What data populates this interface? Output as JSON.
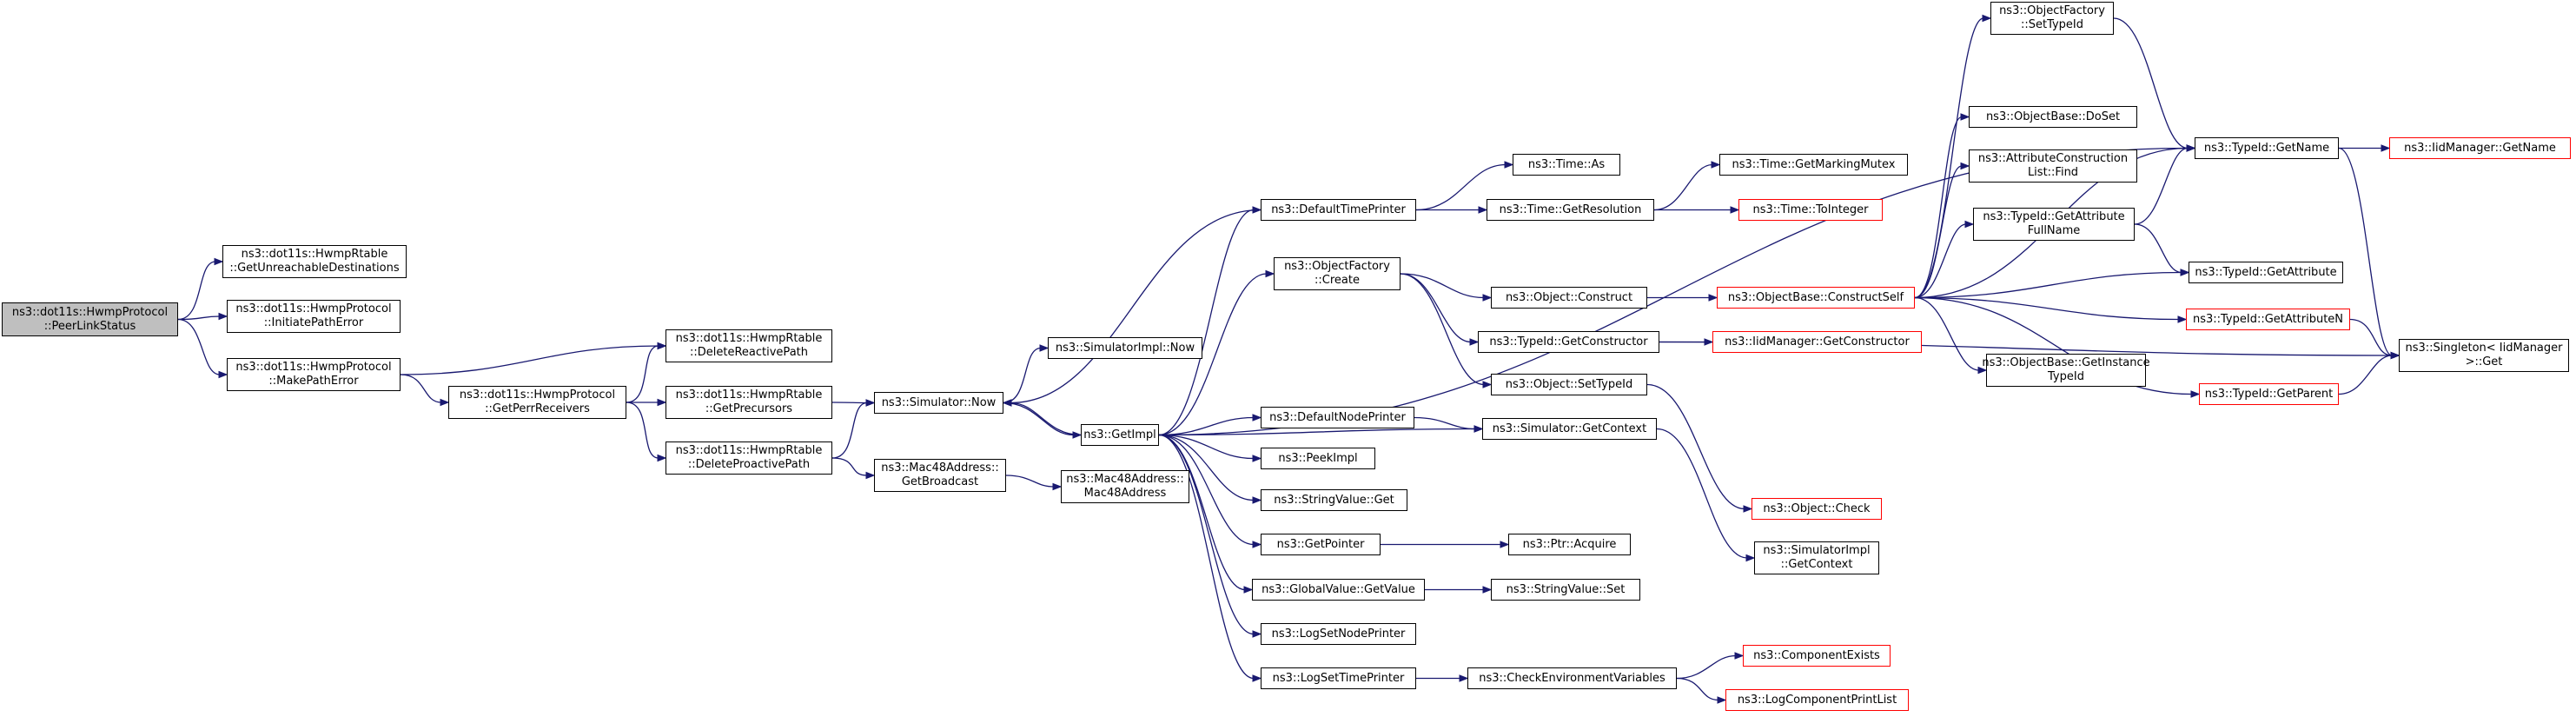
{
  "graph": {
    "title": "",
    "edge_color": "#191970",
    "node_border_color": "#000000",
    "external_node_border_color": "#ff0000",
    "root_fill_color": "#bfbfbf",
    "nodes": [
      {
        "id": "root",
        "lines": [
          "ns3::dot11s::HwmpProtocol",
          "::PeerLinkStatus"
        ],
        "kind": "root"
      },
      {
        "id": "getUnreach",
        "lines": [
          "ns3::dot11s::HwmpRtable",
          "::GetUnreachableDestinations"
        ],
        "kind": "normal"
      },
      {
        "id": "initPathErr",
        "lines": [
          "ns3::dot11s::HwmpProtocol",
          "::InitiatePathError"
        ],
        "kind": "normal"
      },
      {
        "id": "makePathErr",
        "lines": [
          "ns3::dot11s::HwmpProtocol",
          "::MakePathError"
        ],
        "kind": "normal"
      },
      {
        "id": "getPerrRecv",
        "lines": [
          "ns3::dot11s::HwmpProtocol",
          "::GetPerrReceivers"
        ],
        "kind": "normal"
      },
      {
        "id": "delReactive",
        "lines": [
          "ns3::dot11s::HwmpRtable",
          "::DeleteReactivePath"
        ],
        "kind": "normal"
      },
      {
        "id": "getPrecursors",
        "lines": [
          "ns3::dot11s::HwmpRtable",
          "::GetPrecursors"
        ],
        "kind": "normal"
      },
      {
        "id": "delProactive",
        "lines": [
          "ns3::dot11s::HwmpRtable",
          "::DeleteProactivePath"
        ],
        "kind": "normal"
      },
      {
        "id": "simNow",
        "lines": [
          "ns3::Simulator::Now"
        ],
        "kind": "normal"
      },
      {
        "id": "getBroadcast",
        "lines": [
          "ns3::Mac48Address::",
          "GetBroadcast"
        ],
        "kind": "normal"
      },
      {
        "id": "simImplNow",
        "lines": [
          "ns3::SimulatorImpl::Now"
        ],
        "kind": "normal"
      },
      {
        "id": "mac48",
        "lines": [
          "ns3::Mac48Address::",
          "Mac48Address"
        ],
        "kind": "normal"
      },
      {
        "id": "getImpl",
        "lines": [
          "ns3::GetImpl"
        ],
        "kind": "normal"
      },
      {
        "id": "defTimePrinter",
        "lines": [
          "ns3::DefaultTimePrinter"
        ],
        "kind": "normal"
      },
      {
        "id": "objFactCreate",
        "lines": [
          "ns3::ObjectFactory",
          "::Create"
        ],
        "kind": "normal"
      },
      {
        "id": "defNodePrinter",
        "lines": [
          "ns3::DefaultNodePrinter"
        ],
        "kind": "normal"
      },
      {
        "id": "peekImpl",
        "lines": [
          "ns3::PeekImpl"
        ],
        "kind": "normal"
      },
      {
        "id": "strValGet",
        "lines": [
          "ns3::StringValue::Get"
        ],
        "kind": "normal"
      },
      {
        "id": "getPointer",
        "lines": [
          "ns3::GetPointer"
        ],
        "kind": "normal"
      },
      {
        "id": "globalValGet",
        "lines": [
          "ns3::GlobalValue::GetValue"
        ],
        "kind": "normal"
      },
      {
        "id": "logSetNode",
        "lines": [
          "ns3::LogSetNodePrinter"
        ],
        "kind": "normal"
      },
      {
        "id": "logSetTime",
        "lines": [
          "ns3::LogSetTimePrinter"
        ],
        "kind": "normal"
      },
      {
        "id": "timeAs",
        "lines": [
          "ns3::Time::As"
        ],
        "kind": "normal"
      },
      {
        "id": "timeGetRes",
        "lines": [
          "ns3::Time::GetResolution"
        ],
        "kind": "normal"
      },
      {
        "id": "objConstruct",
        "lines": [
          "ns3::Object::Construct"
        ],
        "kind": "normal"
      },
      {
        "id": "typeIdGetCtor",
        "lines": [
          "ns3::TypeId::GetConstructor"
        ],
        "kind": "normal"
      },
      {
        "id": "objSetTypeId",
        "lines": [
          "ns3::Object::SetTypeId"
        ],
        "kind": "normal"
      },
      {
        "id": "simGetContext",
        "lines": [
          "ns3::Simulator::GetContext"
        ],
        "kind": "normal"
      },
      {
        "id": "ptrAcquire",
        "lines": [
          "ns3::Ptr::Acquire"
        ],
        "kind": "normal"
      },
      {
        "id": "strValSet",
        "lines": [
          "ns3::StringValue::Set"
        ],
        "kind": "normal"
      },
      {
        "id": "checkEnv",
        "lines": [
          "ns3::CheckEnvironmentVariables"
        ],
        "kind": "normal"
      },
      {
        "id": "timeGetMutex",
        "lines": [
          "ns3::Time::GetMarkingMutex"
        ],
        "kind": "normal"
      },
      {
        "id": "timeToInt",
        "lines": [
          "ns3::Time::ToInteger"
        ],
        "kind": "external"
      },
      {
        "id": "objBaseConstructSelf",
        "lines": [
          "ns3::ObjectBase::ConstructSelf"
        ],
        "kind": "external"
      },
      {
        "id": "iidGetCtor",
        "lines": [
          "ns3::IidManager::GetConstructor"
        ],
        "kind": "external"
      },
      {
        "id": "objCheck",
        "lines": [
          "ns3::Object::Check"
        ],
        "kind": "external"
      },
      {
        "id": "simImplGetCtx",
        "lines": [
          "ns3::SimulatorImpl",
          "::GetContext"
        ],
        "kind": "normal"
      },
      {
        "id": "compExists",
        "lines": [
          "ns3::ComponentExists"
        ],
        "kind": "external"
      },
      {
        "id": "logCompPrint",
        "lines": [
          "ns3::LogComponentPrintList"
        ],
        "kind": "external"
      },
      {
        "id": "objFactSetTypeId",
        "lines": [
          "ns3::ObjectFactory",
          "::SetTypeId"
        ],
        "kind": "normal"
      },
      {
        "id": "objBaseDoSet",
        "lines": [
          "ns3::ObjectBase::DoSet"
        ],
        "kind": "normal"
      },
      {
        "id": "attrConstrListFind",
        "lines": [
          "ns3::AttributeConstruction",
          "List::Find"
        ],
        "kind": "normal"
      },
      {
        "id": "typeIdGetAttrFull",
        "lines": [
          "ns3::TypeId::GetAttribute",
          "FullName"
        ],
        "kind": "normal"
      },
      {
        "id": "objBaseGetInstTid",
        "lines": [
          "ns3::ObjectBase::GetInstance",
          "TypeId"
        ],
        "kind": "normal"
      },
      {
        "id": "typeIdGetName",
        "lines": [
          "ns3::TypeId::GetName"
        ],
        "kind": "normal"
      },
      {
        "id": "typeIdGetAttr",
        "lines": [
          "ns3::TypeId::GetAttribute"
        ],
        "kind": "normal"
      },
      {
        "id": "typeIdGetAttrN",
        "lines": [
          "ns3::TypeId::GetAttributeN"
        ],
        "kind": "external"
      },
      {
        "id": "typeIdGetParent",
        "lines": [
          "ns3::TypeId::GetParent"
        ],
        "kind": "external"
      },
      {
        "id": "iidGetName",
        "lines": [
          "ns3::IidManager::GetName"
        ],
        "kind": "external"
      },
      {
        "id": "singletonGet",
        "lines": [
          "ns3::Singleton< IidManager",
          ">::Get"
        ],
        "kind": "normal"
      }
    ],
    "edges": [
      [
        "root",
        "getUnreach"
      ],
      [
        "root",
        "initPathErr"
      ],
      [
        "root",
        "makePathErr"
      ],
      [
        "makePathErr",
        "getPerrRecv"
      ],
      [
        "makePathErr",
        "delReactive"
      ],
      [
        "getPerrRecv",
        "delReactive"
      ],
      [
        "getPerrRecv",
        "getPrecursors"
      ],
      [
        "getPerrRecv",
        "delProactive"
      ],
      [
        "getPrecursors",
        "simNow"
      ],
      [
        "delProactive",
        "simNow"
      ],
      [
        "delProactive",
        "getBroadcast"
      ],
      [
        "simNow",
        "simImplNow"
      ],
      [
        "simNow",
        "getImpl"
      ],
      [
        "getBroadcast",
        "mac48"
      ],
      [
        "getImpl",
        "defTimePrinter"
      ],
      [
        "getImpl",
        "objFactCreate"
      ],
      [
        "getImpl",
        "defNodePrinter"
      ],
      [
        "getImpl",
        "peekImpl"
      ],
      [
        "getImpl",
        "strValGet"
      ],
      [
        "getImpl",
        "getPointer"
      ],
      [
        "getImpl",
        "globalValGet"
      ],
      [
        "getImpl",
        "logSetNode"
      ],
      [
        "getImpl",
        "logSetTime"
      ],
      [
        "getImpl",
        "simNow"
      ],
      [
        "getImpl",
        "simGetContext"
      ],
      [
        "getImpl",
        "typeIdGetName"
      ],
      [
        "defTimePrinter",
        "timeAs"
      ],
      [
        "defTimePrinter",
        "timeGetRes"
      ],
      [
        "defTimePrinter",
        "simNow"
      ],
      [
        "timeGetRes",
        "timeGetMutex"
      ],
      [
        "timeGetRes",
        "timeToInt"
      ],
      [
        "objFactCreate",
        "objConstruct"
      ],
      [
        "objFactCreate",
        "typeIdGetCtor"
      ],
      [
        "objFactCreate",
        "objSetTypeId"
      ],
      [
        "objConstruct",
        "objBaseConstructSelf"
      ],
      [
        "typeIdGetCtor",
        "iidGetCtor"
      ],
      [
        "typeIdGetCtor",
        "singletonGet"
      ],
      [
        "objSetTypeId",
        "objCheck"
      ],
      [
        "defNodePrinter",
        "simGetContext"
      ],
      [
        "simGetContext",
        "simImplGetCtx"
      ],
      [
        "getPointer",
        "ptrAcquire"
      ],
      [
        "globalValGet",
        "strValSet"
      ],
      [
        "logSetTime",
        "checkEnv"
      ],
      [
        "checkEnv",
        "compExists"
      ],
      [
        "checkEnv",
        "logCompPrint"
      ],
      [
        "objBaseConstructSelf",
        "objFactSetTypeId"
      ],
      [
        "objBaseConstructSelf",
        "objBaseDoSet"
      ],
      [
        "objBaseConstructSelf",
        "attrConstrListFind"
      ],
      [
        "objBaseConstructSelf",
        "typeIdGetAttrFull"
      ],
      [
        "objBaseConstructSelf",
        "objBaseGetInstTid"
      ],
      [
        "objBaseConstructSelf",
        "typeIdGetName"
      ],
      [
        "objBaseConstructSelf",
        "typeIdGetAttr"
      ],
      [
        "objBaseConstructSelf",
        "typeIdGetAttrN"
      ],
      [
        "objBaseConstructSelf",
        "typeIdGetParent"
      ],
      [
        "objFactSetTypeId",
        "typeIdGetName"
      ],
      [
        "typeIdGetAttrFull",
        "typeIdGetName"
      ],
      [
        "typeIdGetAttrFull",
        "typeIdGetAttr"
      ],
      [
        "typeIdGetName",
        "iidGetName"
      ],
      [
        "typeIdGetName",
        "singletonGet"
      ],
      [
        "typeIdGetAttrN",
        "singletonGet"
      ],
      [
        "typeIdGetParent",
        "singletonGet"
      ]
    ]
  }
}
